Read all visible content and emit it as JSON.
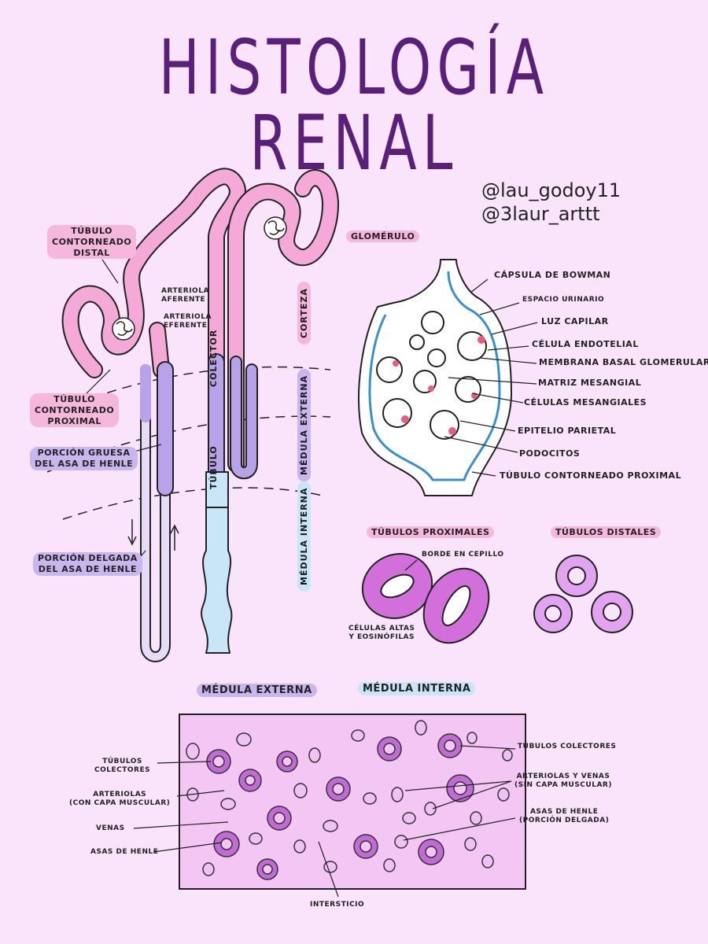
{
  "title": "HISTOLOGÍA  RENAL",
  "credits": [
    "@lau_godoy11",
    "@3laur_arttt"
  ],
  "nephron": {
    "tcd": "TÚBULO\nCONTORNEADO\nDISTAL",
    "art_af": "ARTERIOLA\nAFERENTE",
    "art_ef": "ARTERIOLA\nEFERENTE",
    "tcp": "TÚBULO\nCONTORNEADO\nPROXIMAL",
    "porcion_gruesa": "PORCIÓN GRUESA\nDEL ASA DE HENLE",
    "porcion_delgada": "PORCIÓN DELGADA\nDEL ASA DE HENLE",
    "colector": "COLECTOR",
    "tubulo": "TÚBULO",
    "zones": {
      "corteza": "CORTEZA",
      "medula_externa": "MÉDULA EXTERNA",
      "medula_interna": "MÉDULA INTERNA"
    }
  },
  "glomerulo": {
    "heading": "GLOMÉRULO",
    "labels": [
      "CÁPSULA DE BOWMAN",
      "ESPACIO URINARIO",
      "LUZ CAPILAR",
      "CÉLULA ENDOTELIAL",
      "MEMBRANA BASAL GLOMERULAR",
      "MATRIZ MESANGIAL",
      "CÉLULAS MESANGIALES",
      "EPITELIO PARIETAL",
      "PODOCITOS",
      "TÚBULO CONTORNEADO PROXIMAL"
    ]
  },
  "tubulos": {
    "proximales": "TÚBULOS PROXIMALES",
    "borde": "BORDE EN CEPILLO",
    "celulas": "CÉLULAS ALTAS\nY EOSINÓFILAS",
    "distales": "TÚBULOS DISTALES"
  },
  "medula": {
    "externa": "MÉDULA EXTERNA",
    "interna": "MÉDULA INTERNA",
    "left_labels": [
      "TÚBULOS\nCOLECTORES",
      "ARTERIOLAS\n(CON CAPA MUSCULAR)",
      "VENAS",
      "ASAS DE HENLE"
    ],
    "right_labels": [
      "TÚBULOS COLECTORES",
      "ARTERIOLAS Y VENAS\n(SIN CAPA MUSCULAR)",
      "ASAS DE HENLE\n(PORCIÓN DELGADA)"
    ],
    "bottom_label": "INTERSTICIO"
  },
  "colors": {
    "title": "#5a1f7a",
    "pink": "#f6b7dc",
    "purple": "#c9b6ee",
    "blue": "#c8e6f7",
    "stain": "#d07ad8"
  }
}
